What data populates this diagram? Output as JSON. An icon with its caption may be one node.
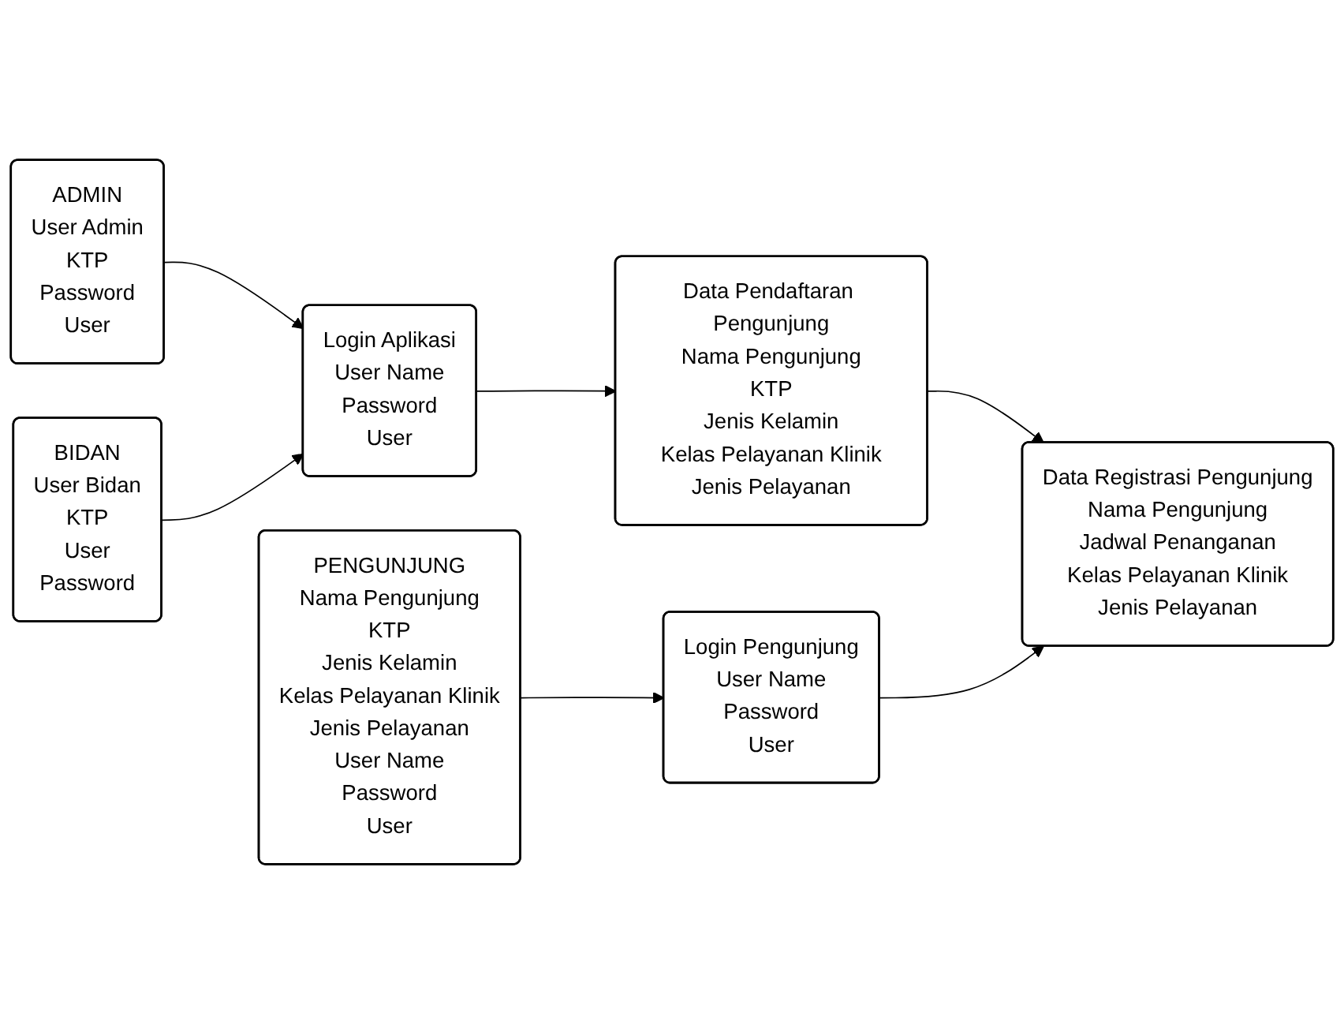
{
  "diagram": {
    "nodes": [
      {
        "text": [
          "ADMIN",
          "User Admin",
          "KTP",
          "Password",
          "User"
        ]
      },
      {
        "text": [
          "BIDAN",
          "User Bidan",
          "KTP",
          "User",
          "Password"
        ]
      },
      {
        "text": [
          "Login Aplikasi",
          "User Name",
          "Password",
          "User"
        ]
      },
      {
        "text": [
          "Data Pendaftaran Pengunjung",
          "Nama Pengunjung",
          "KTP",
          "Jenis Kelamin",
          "Kelas Pelayanan Klinik",
          "Jenis Pelayanan"
        ]
      },
      {
        "text": [
          "PENGUNJUNG",
          "Nama Pengunjung",
          "KTP",
          "Jenis Kelamin",
          "Kelas Pelayanan Klinik",
          "Jenis Pelayanan",
          "User Name",
          "Password",
          "User"
        ]
      },
      {
        "text": [
          "Login Pengunjung",
          "User Name",
          "Password",
          "User"
        ]
      },
      {
        "text": [
          "Data Registrasi Pengunjung",
          "Nama Pengunjung",
          "Jadwal Penanganan",
          "Kelas Pelayanan Klinik",
          "Jenis Pelayanan"
        ]
      }
    ],
    "edges": [
      {
        "from": 0,
        "to": 2,
        "arrow": "to"
      },
      {
        "from": 1,
        "to": 2,
        "arrow": "to"
      },
      {
        "from": 2,
        "to": 3,
        "arrow": "to"
      },
      {
        "from": 3,
        "to": 6,
        "arrow": "to"
      },
      {
        "from": 4,
        "to": 5,
        "arrow": "to"
      },
      {
        "from": 5,
        "to": 6,
        "arrow": "to"
      }
    ]
  }
}
